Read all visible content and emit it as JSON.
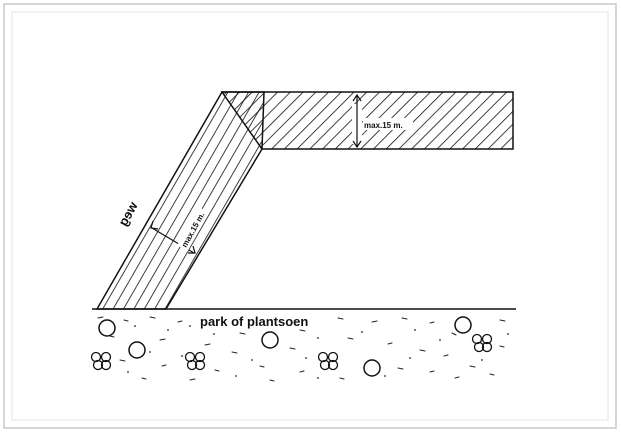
{
  "diagram": {
    "road_label": "weg",
    "width_label_vertical": "max.15 m.",
    "width_label_diagonal": "max.15 m.",
    "park_label": "park of plantsoen",
    "colors": {
      "ink": "#111111",
      "border": "#c8c8c8",
      "background": "#ffffff"
    }
  }
}
